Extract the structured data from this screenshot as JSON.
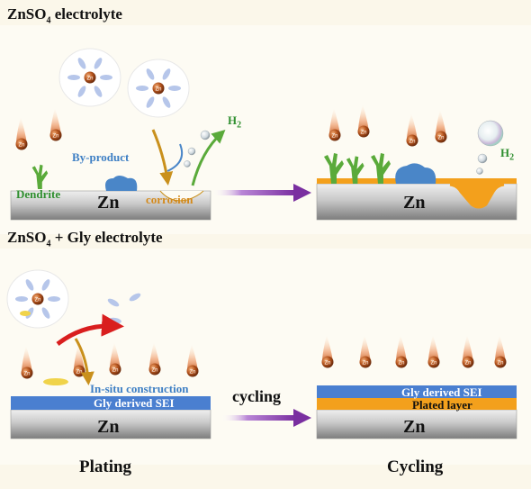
{
  "headings": {
    "top_prefix": "ZnSO",
    "top_sub": "4",
    "top_suffix": " electrolyte",
    "bottom_prefix": "ZnSO",
    "bottom_sub": "4",
    "bottom_suffix": " + Gly electrolyte"
  },
  "labels": {
    "dendrite": "Dendrite",
    "by_product": "By-product",
    "corrosion": "corrosion",
    "h2_main": "H",
    "h2_sub": "2",
    "zn": "Zn",
    "in_situ": "In-situ construction",
    "gly_sei": "Gly derived SEI",
    "plated_layer": "Plated layer",
    "cycling_arrow": "cycling"
  },
  "footer": {
    "left": "Plating",
    "right": "Cycling"
  },
  "ion_label": "Zn",
  "colors": {
    "background": "#fbf7ea",
    "electrode_top": "#c9c9c9",
    "electrode_bottom": "#7d7d7d",
    "sei_blue": "#4a7fd0",
    "plated_orange": "#f3a01c",
    "dendrite_green": "#5aaa3a",
    "byproduct_blue": "#4a86c8",
    "arrow_purple": "#7a2fa0",
    "arrow_red": "#d91e1e",
    "ion_brown": "#b5541d"
  }
}
